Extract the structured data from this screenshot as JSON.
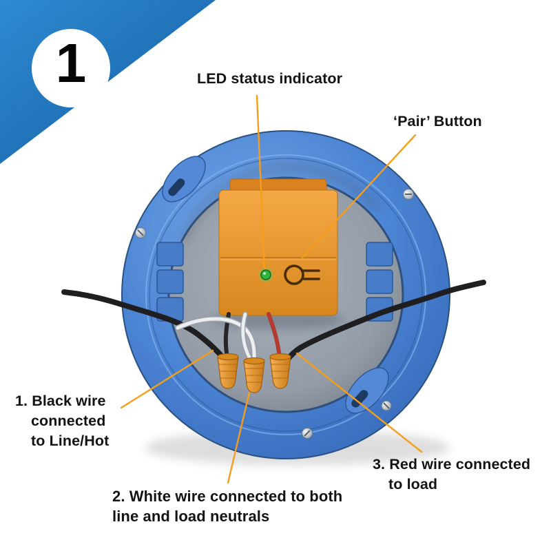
{
  "step_badge": {
    "number": "1"
  },
  "callouts": {
    "led": {
      "text": "LED status indicator"
    },
    "pair": {
      "text": "‘Pair’ Button"
    },
    "black_wire": {
      "lines": [
        "1. Black wire",
        "connected",
        "to Line/Hot"
      ]
    },
    "white_wire": {
      "lines": [
        "2. White wire connected to both",
        "line and load neutrals"
      ]
    },
    "red_wire": {
      "lines": [
        "3. Red wire connected",
        "to load"
      ]
    }
  },
  "diagram": {
    "icons": {
      "pair_button_icon": "circle-with-two-prongs",
      "led_indicator_icon": "green-dot"
    },
    "colors": {
      "callout_orange": "#F59E1B",
      "box_blue": "#4C85D4",
      "corner_blue": "#1B6DB5",
      "module_orange": "#E8922E",
      "cavity_gray": "#939CA7",
      "led_green": "#2FB43C",
      "wire_black": "#1F1F22",
      "wire_white": "#ECEFF1",
      "wire_red": "#B33A2E"
    }
  }
}
